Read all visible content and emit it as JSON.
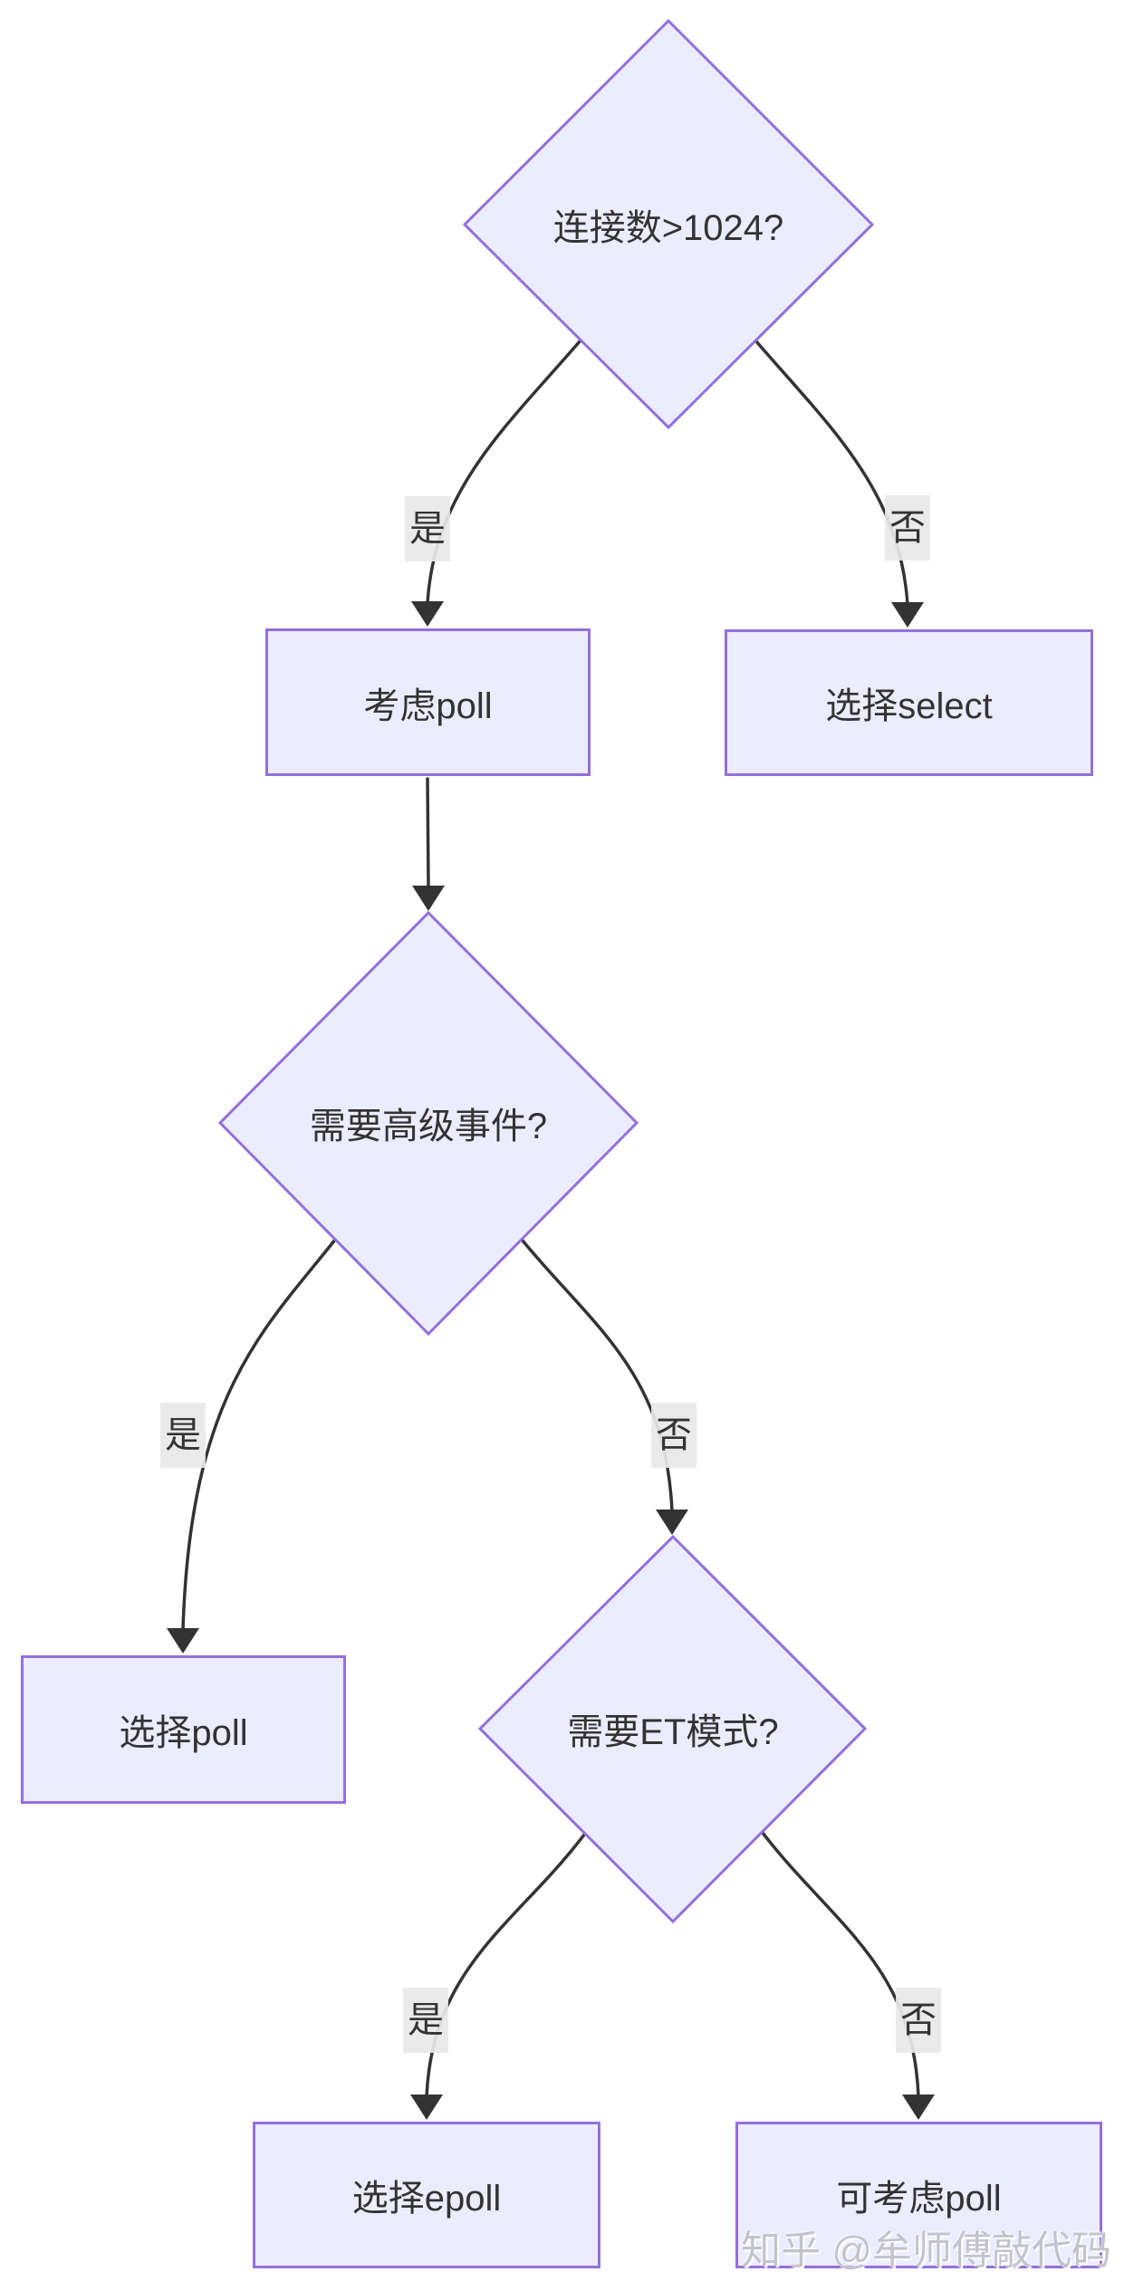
{
  "diagram": {
    "kind": "flowchart-decision-tree",
    "topic": "IO multiplexing choice: select / poll / epoll",
    "nodes": {
      "q_connections": {
        "label": "连接数>1024?",
        "shape": "diamond"
      },
      "consider_poll": {
        "label": "考虑poll",
        "shape": "rect"
      },
      "choose_select": {
        "label": "选择select",
        "shape": "rect"
      },
      "q_advanced_events": {
        "label": "需要高级事件?",
        "shape": "diamond"
      },
      "choose_poll": {
        "label": "选择poll",
        "shape": "rect"
      },
      "q_et_mode": {
        "label": "需要ET模式?",
        "shape": "diamond"
      },
      "choose_epoll": {
        "label": "选择epoll",
        "shape": "rect"
      },
      "maybe_poll": {
        "label": "可考虑poll",
        "shape": "rect"
      }
    },
    "edges": [
      {
        "from": "连接数>1024?",
        "to": "考虑poll",
        "label": "是"
      },
      {
        "from": "连接数>1024?",
        "to": "选择select",
        "label": "否"
      },
      {
        "from": "考虑poll",
        "to": "需要高级事件?"
      },
      {
        "from": "需要高级事件?",
        "to": "选择poll",
        "label": "是"
      },
      {
        "from": "需要高级事件?",
        "to": "需要ET模式?",
        "label": "否"
      },
      {
        "from": "需要ET模式?",
        "to": "选择epoll",
        "label": "是"
      },
      {
        "from": "需要ET模式?",
        "to": "可考虑poll",
        "label": "否"
      }
    ]
  },
  "watermark": {
    "text": "知乎 @牟师傅敲代码"
  },
  "colors": {
    "background": "#ffffff",
    "node_fill": "#ECECFF",
    "node_border": "#9370DB",
    "edge_line": "#333333",
    "edge_label_bg": "#e8e8e8",
    "text": "#333333",
    "watermark_text": "#c3c3cd"
  }
}
